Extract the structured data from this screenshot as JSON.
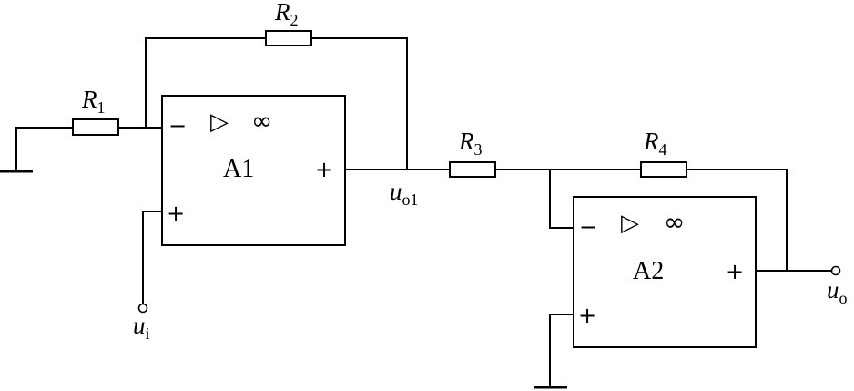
{
  "resistors": {
    "r1": {
      "letter": "R",
      "sub": "1"
    },
    "r2": {
      "letter": "R",
      "sub": "2"
    },
    "r3": {
      "letter": "R",
      "sub": "3"
    },
    "r4": {
      "letter": "R",
      "sub": "4"
    }
  },
  "amplifiers": {
    "a1": {
      "name": "A1",
      "minus": "−",
      "plus_in": "+",
      "plus_out": "+",
      "triangle": "▷",
      "gain": "∞"
    },
    "a2": {
      "name": "A2",
      "minus": "−",
      "plus_in": "+",
      "plus_out": "+",
      "triangle": "▷",
      "gain": "∞"
    }
  },
  "nodes": {
    "ui": {
      "letter": "u",
      "sub": "i"
    },
    "uo1": {
      "letter": "u",
      "sub": "o1"
    },
    "uo": {
      "letter": "u",
      "sub": "o"
    }
  }
}
